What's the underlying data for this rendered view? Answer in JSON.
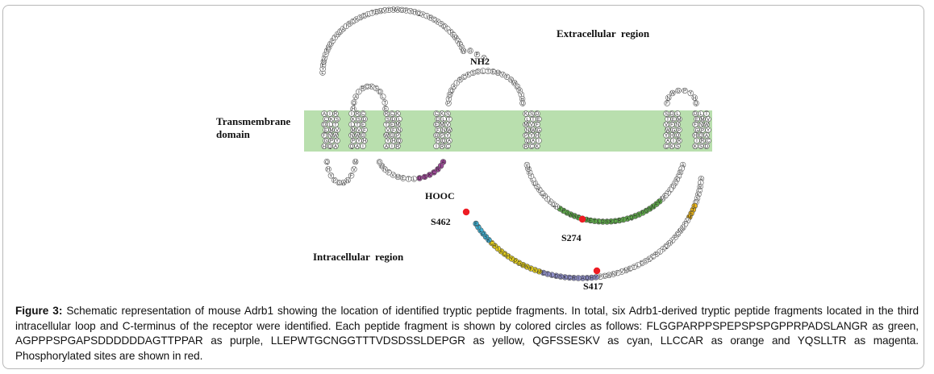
{
  "labels": {
    "extracellular": "Extracellular  region",
    "transmembrane_line1": "Transmembrane",
    "transmembrane_line2": "domain",
    "intracellular": "Intracellular  region",
    "nh2": "NH2",
    "hooc": "HOOC",
    "site_s462": "S462",
    "site_s274": "S274",
    "site_s417": "S417"
  },
  "colors": {
    "membrane": "#b9dfae",
    "residue_default": "#ffffff",
    "green": "#5fae4a",
    "purple": "#8f8fc9",
    "yellow": "#e8d21c",
    "cyan": "#3fb0d2",
    "orange": "#e6b21a",
    "magenta": "#a04a9a",
    "phospho": "#ee1c24"
  },
  "caption": {
    "figure_label": "Figure 3:",
    "text": " Schematic representation of mouse Adrb1 showing the location of identified tryptic peptide fragments. In total, six Adrb1-derived tryptic peptide fragments located in the third intracellular loop and C-terminus of the receptor were identified. Each peptide fragment is shown by colored circles as follows: FLGGPARPPSPEPSPSPGPPRPADSLANGR as green, AGPPPSPGAPSDDDDDDAGTTPPAR as purple, LLEPWTGCNGGTTTVDSDSSLDEPGR as yellow, QGFSSESKV as cyan, LLCCAR as orange and YQSLLTR as magenta. Phosphorylated sites are shown in red."
  },
  "peptides": [
    {
      "sequence": "FLGGPARPPSPEPSPSPGPPRPADSLANGR",
      "color": "green"
    },
    {
      "sequence": "AGPPPSPGAPSDDDDDDAGTTPPAR",
      "color": "purple"
    },
    {
      "sequence": "LLEPWTGCNGGTTTVDSDSSLDEPGR",
      "color": "yellow"
    },
    {
      "sequence": "QGFSSESKV",
      "color": "cyan"
    },
    {
      "sequence": "LLCCAR",
      "color": "orange"
    },
    {
      "sequence": "YQSLLTR",
      "color": "magenta"
    }
  ],
  "phospho_sites": [
    "S274",
    "S417",
    "S462"
  ]
}
